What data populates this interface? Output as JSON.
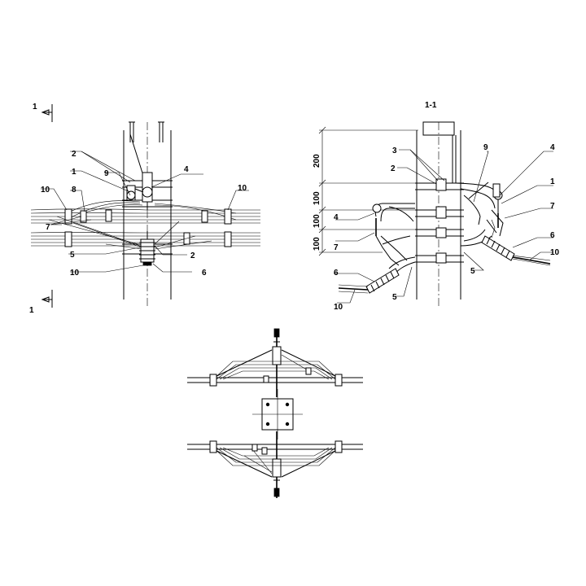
{
  "section_marks": {
    "top": "1",
    "bottom": "1",
    "section_title": "1-1"
  },
  "front_view": {
    "callouts": [
      "2",
      "1",
      "9",
      "4",
      "10",
      "8",
      "10",
      "7",
      "5",
      "2",
      "10",
      "6"
    ]
  },
  "section_view": {
    "dimensions": [
      "200",
      "100",
      "100",
      "100"
    ],
    "callouts": [
      "3",
      "2",
      "9",
      "4",
      "1",
      "7",
      "4",
      "7",
      "6",
      "10",
      "6",
      "10",
      "5",
      "5"
    ]
  }
}
